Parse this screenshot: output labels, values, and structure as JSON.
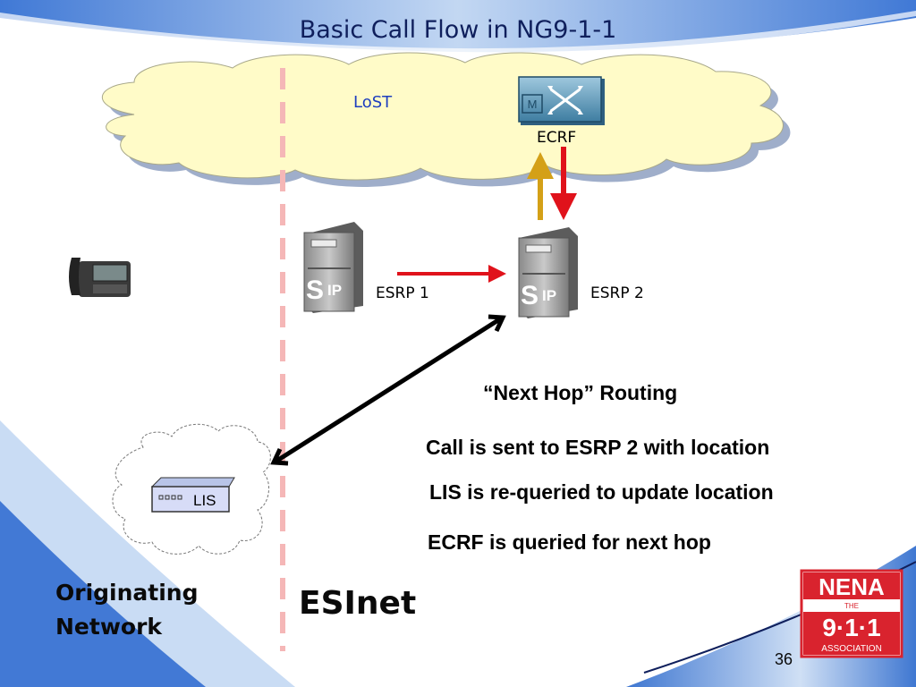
{
  "slide": {
    "title": "Basic Call Flow in NG9-1-1",
    "page_number": "36"
  },
  "cloud": {
    "lost_label": "LoST",
    "ecrf_label": "ECRF",
    "ecrf_badge": "M"
  },
  "nodes": {
    "esrp1_label": "ESRP 1",
    "esrp2_label": "ESRP 2",
    "sip_text": "S",
    "ip_text": "IP",
    "lis_label": "LIS"
  },
  "callout": {
    "heading": "“Next Hop” Routing",
    "bullets": [
      "Call is sent to ESRP 2 with location",
      "LIS is re-queried to update location",
      "ECRF is queried for next hop"
    ]
  },
  "networks": {
    "originating_line1": "Originating",
    "originating_line2": "Network",
    "esinet": "ESInet"
  },
  "logo": {
    "top": "NENA",
    "middle": "THE",
    "number": "9·1·1",
    "bottom": "ASSOCIATION"
  },
  "colors": {
    "title": "#0f1f5c",
    "lost": "#1f3fbf",
    "cloud_fill": "#fffbc8",
    "arrow_red": "#e0121b",
    "arrow_gold": "#d4a017",
    "divider": "#f5b7b7",
    "logo_red": "#d9232e"
  }
}
